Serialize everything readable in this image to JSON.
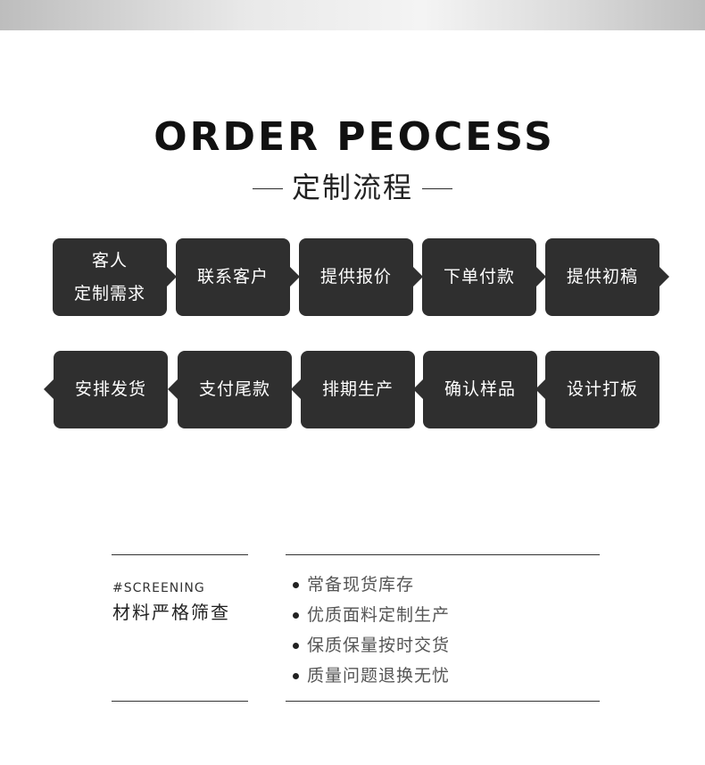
{
  "header": {
    "title": "ORDER PEOCESS",
    "subtitle": "定制流程"
  },
  "process_rows": [
    {
      "steps": [
        {
          "label_lines": [
            "客人",
            "定制需求"
          ]
        },
        {
          "label_lines": [
            "联系客户"
          ]
        },
        {
          "label_lines": [
            "提供报价"
          ]
        },
        {
          "label_lines": [
            "下单付款"
          ]
        },
        {
          "label_lines": [
            "提供初稿"
          ]
        }
      ]
    },
    {
      "steps": [
        {
          "label_lines": [
            "安排发货"
          ]
        },
        {
          "label_lines": [
            "支付尾款"
          ]
        },
        {
          "label_lines": [
            "排期生产"
          ]
        },
        {
          "label_lines": [
            "确认样品"
          ]
        },
        {
          "label_lines": [
            "设计打板"
          ]
        }
      ]
    }
  ],
  "screening": {
    "tag": "#SCREENING",
    "title": "材料严格筛查",
    "items": [
      "常备现货库存",
      "优质面料定制生产",
      "保质保量按时交货",
      "质量问题退换无忧"
    ]
  }
}
